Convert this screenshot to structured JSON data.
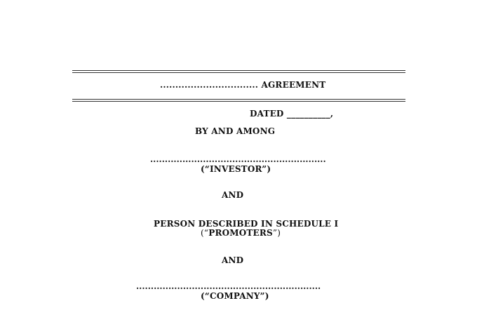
{
  "document": {
    "title": "................................ AGREEMENT",
    "dated": "DATED __________,",
    "by_among": "BY AND AMONG",
    "investor_dots": "............................................................",
    "investor_label": "(“INVESTOR”)",
    "and_1": "AND",
    "promoters_line1": "PERSON DESCRIBED IN SCHEDULE I",
    "promoters_open": "(“",
    "promoters_word": "PROMOTERS",
    "promoters_close": "”)",
    "and_2": "AND",
    "company_dots": "...............................................................",
    "company_label": "(“COMPANY”)"
  }
}
